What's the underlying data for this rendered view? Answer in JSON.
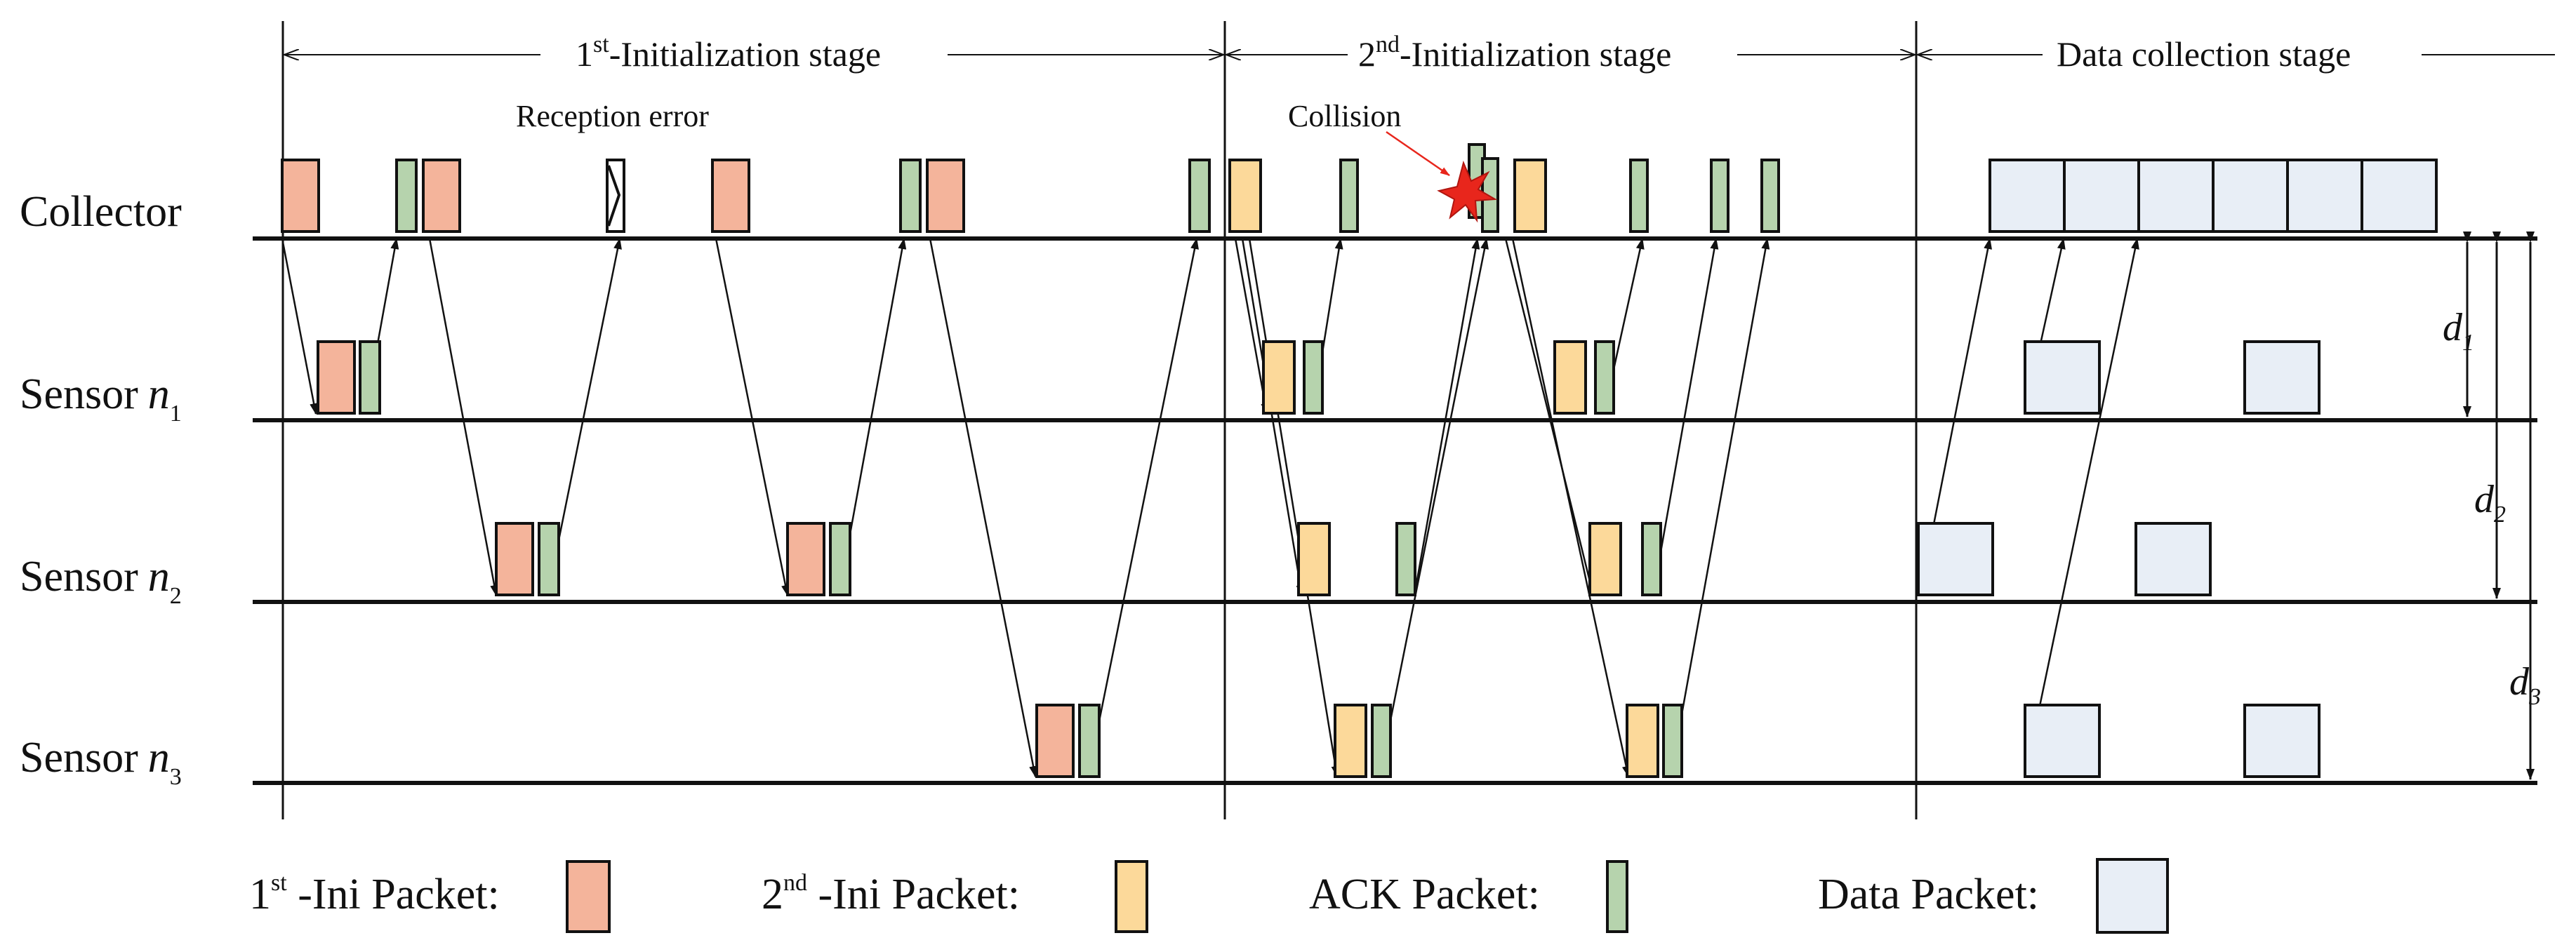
{
  "stages": [
    {
      "ord": "1",
      "sup": "st",
      "label": "-Initialization stage"
    },
    {
      "ord": "2",
      "sup": "nd",
      "label": "-Initialization stage"
    },
    {
      "ord": "",
      "sup": "",
      "label": "Data collection stage"
    }
  ],
  "rows": [
    {
      "name": "Collector",
      "var": "",
      "sub": ""
    },
    {
      "name": "Sensor",
      "var": "n",
      "sub": "1"
    },
    {
      "name": "Sensor",
      "var": "n",
      "sub": "2"
    },
    {
      "name": "Sensor",
      "var": "n",
      "sub": "3"
    }
  ],
  "annotations": {
    "reception_error": "Reception error",
    "collision": "Collision"
  },
  "distances": [
    {
      "var": "d",
      "sub": "1"
    },
    {
      "var": "d",
      "sub": "2"
    },
    {
      "var": "d",
      "sub": "3"
    }
  ],
  "legend": [
    {
      "ord": "1",
      "sup": "st",
      "label": " -Ini Packet:",
      "type": "ini1"
    },
    {
      "ord": "2",
      "sup": "nd",
      "label": " -Ini Packet:",
      "type": "ini2"
    },
    {
      "ord": "",
      "sup": "",
      "label": "ACK Packet:",
      "type": "ack"
    },
    {
      "ord": "",
      "sup": "",
      "label": "Data Packet:",
      "type": "data"
    }
  ],
  "colors": {
    "ini1": "#f4b49b",
    "ini2": "#fcd99a",
    "ack": "#b6d3ad",
    "data": "#e8eef6",
    "collision": "#e8261c",
    "stroke": "#111111"
  }
}
